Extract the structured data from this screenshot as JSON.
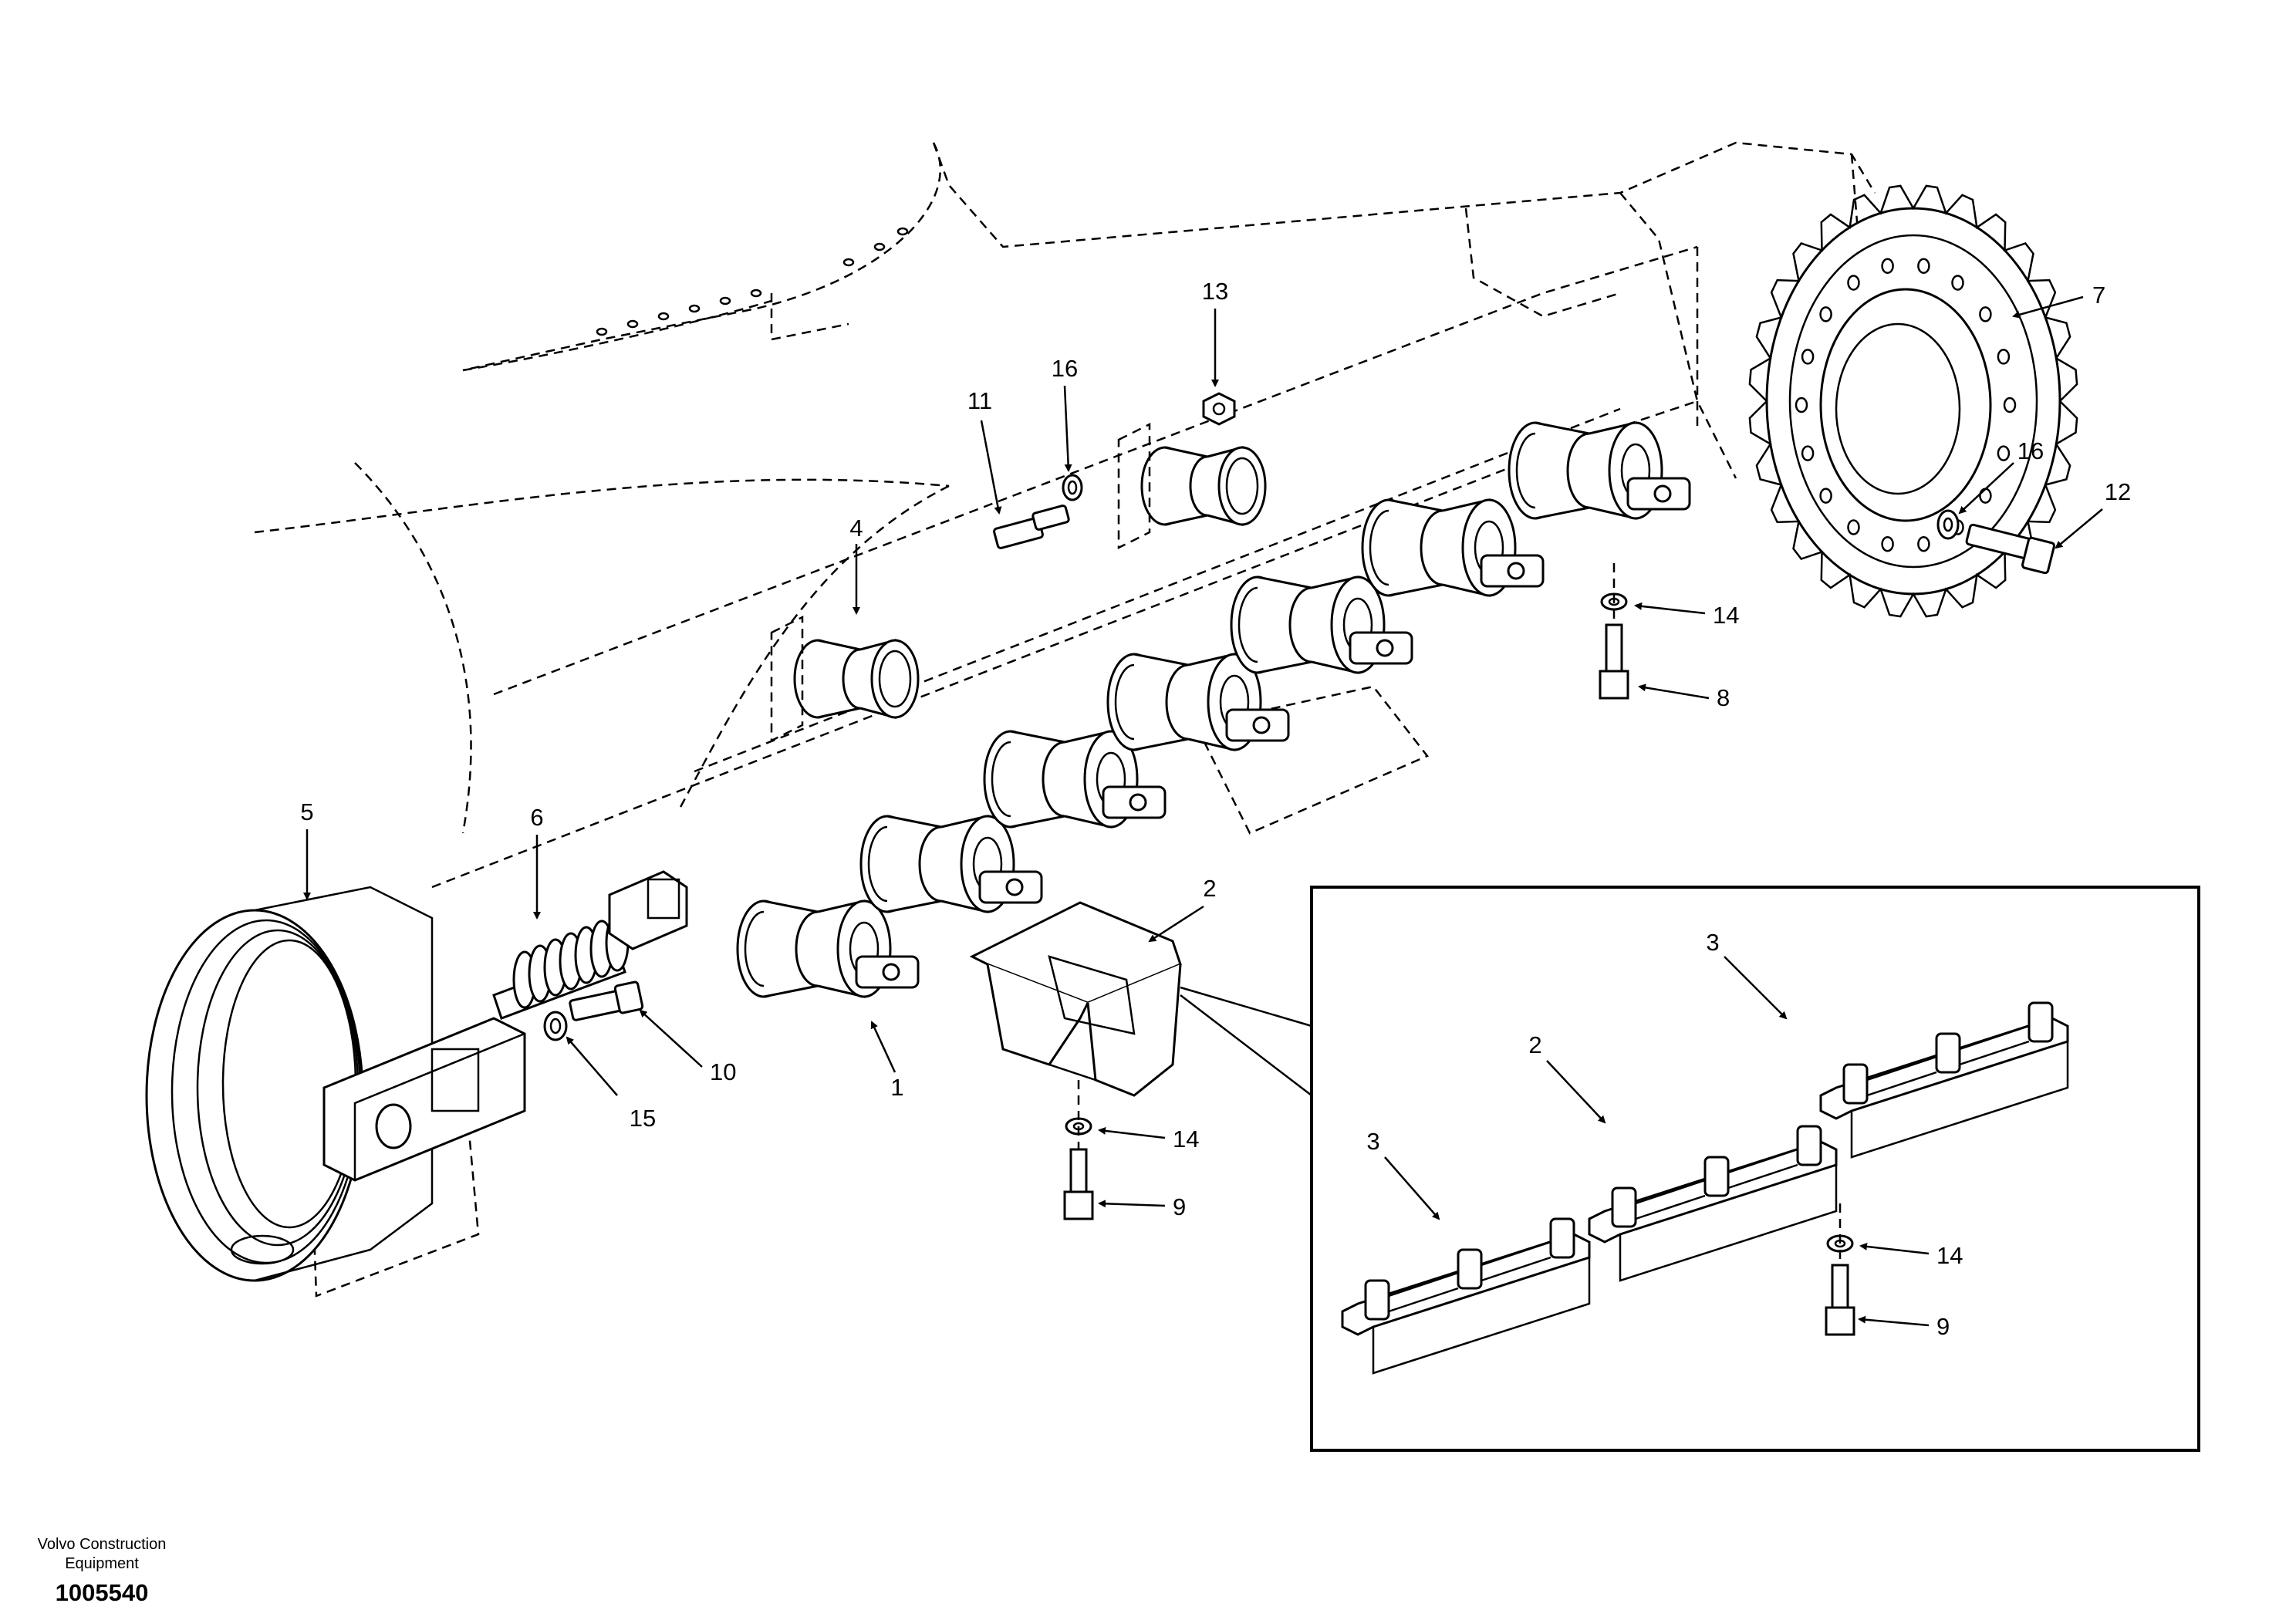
{
  "title": "",
  "callouts": [
    "1",
    "2",
    "3",
    "4",
    "5",
    "6",
    "7",
    "8",
    "9",
    "10",
    "11",
    "12",
    "13",
    "14",
    "15",
    "16"
  ],
  "footer": {
    "brand_line1": "Volvo Construction",
    "brand_line2": "Equipment",
    "figure_number": "1005540"
  }
}
